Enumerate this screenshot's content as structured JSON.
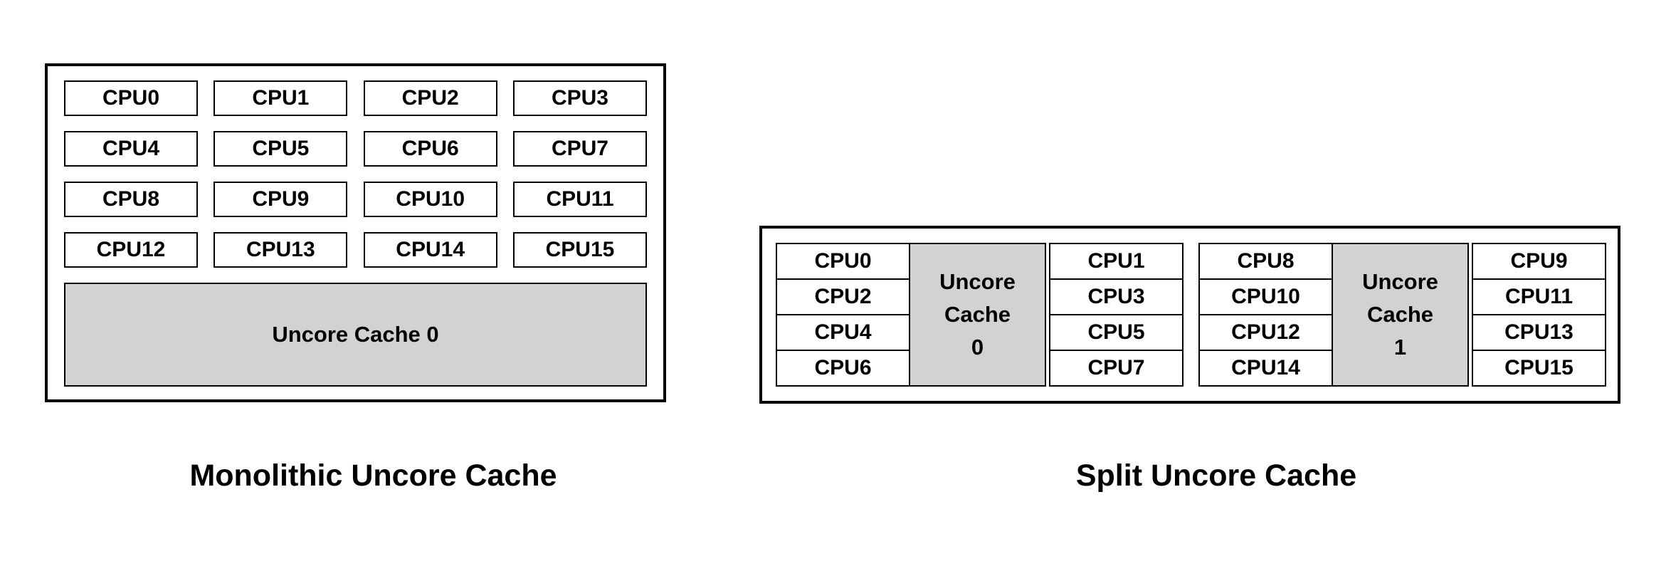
{
  "colors": {
    "page-bg": "#ffffff",
    "line": "#000000",
    "cache-fill": "#d2d2d2",
    "text": "#000000"
  },
  "monolithic": {
    "title": "Monolithic Uncore Cache",
    "cpus": [
      "CPU0",
      "CPU1",
      "CPU2",
      "CPU3",
      "CPU4",
      "CPU5",
      "CPU6",
      "CPU7",
      "CPU8",
      "CPU9",
      "CPU10",
      "CPU11",
      "CPU12",
      "CPU13",
      "CPU14",
      "CPU15"
    ],
    "cache_label": "Uncore Cache 0"
  },
  "split": {
    "title": "Split Uncore Cache",
    "clusters": [
      {
        "left_cpus": [
          "CPU0",
          "CPU2",
          "CPU4",
          "CPU6"
        ],
        "cache_lines": [
          "Uncore",
          "Cache",
          "0"
        ],
        "right_cpus": [
          "CPU1",
          "CPU3",
          "CPU5",
          "CPU7"
        ]
      },
      {
        "left_cpus": [
          "CPU8",
          "CPU10",
          "CPU12",
          "CPU14"
        ],
        "cache_lines": [
          "Uncore",
          "Cache",
          "1"
        ],
        "right_cpus": [
          "CPU9",
          "CPU11",
          "CPU13",
          "CPU15"
        ]
      }
    ]
  }
}
